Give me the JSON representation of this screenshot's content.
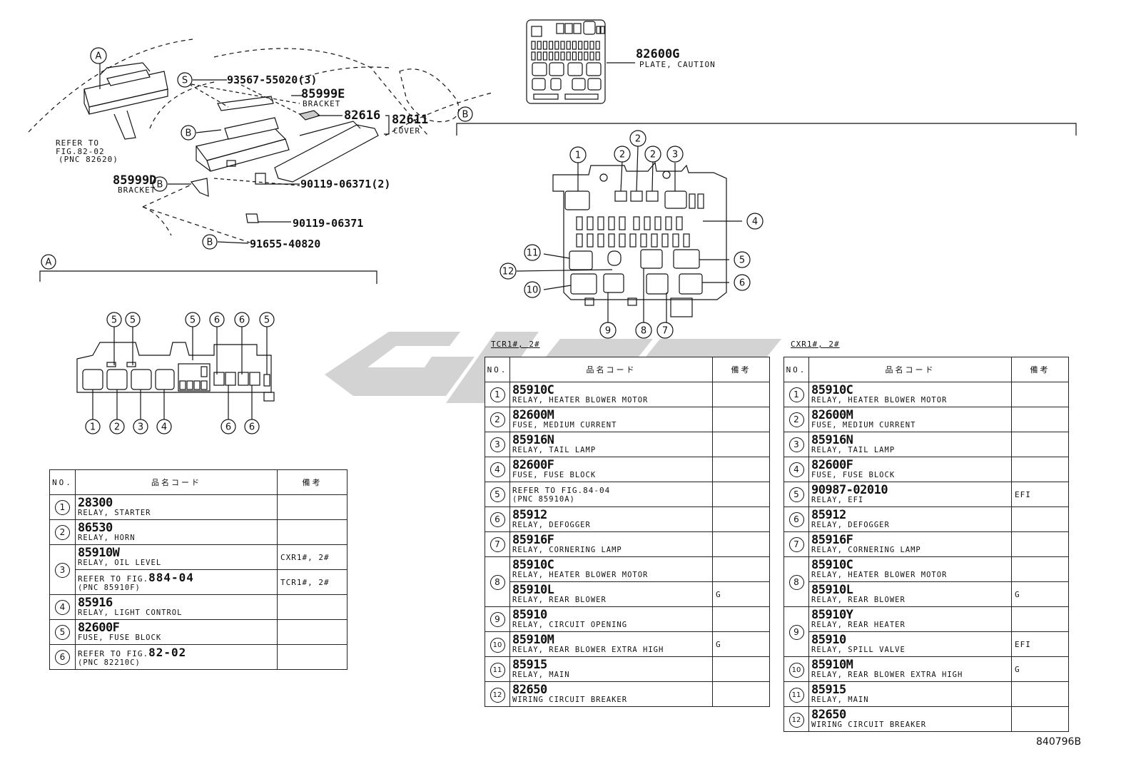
{
  "top_labels": {
    "circle_a": "A",
    "circle_b": "B",
    "circle_s": "S",
    "refer_line1": "REFER TO",
    "refer_line2": "FIG.82-02",
    "refer_line3": "(PNC 82620)",
    "pn_93567": "93567-55020(3)",
    "pn_85999e": "85999E",
    "name_bracket_e": "BRACKET",
    "pn_82616": "82616",
    "pn_82611": "82611",
    "name_cover": "COVER",
    "pn_85999d": "85999D",
    "name_bracket_d": "BRACKET",
    "pn_90119_2": "90119-06371(2)",
    "pn_90119": "90119-06371",
    "pn_91655": "91655-40820",
    "pn_82600g": "82600G",
    "name_plate": "PLATE, CAUTION"
  },
  "section_a": {
    "label": "A",
    "top_callouts": [
      "5",
      "5",
      "5",
      "6",
      "6",
      "5"
    ],
    "bottom_callouts": [
      "1",
      "2",
      "3",
      "4",
      "6",
      "6"
    ]
  },
  "section_b": {
    "label": "B",
    "callouts": [
      "1",
      "2",
      "2",
      "2",
      "3",
      "4",
      "5",
      "6",
      "7",
      "8",
      "9",
      "10",
      "11",
      "12"
    ]
  },
  "table_a": {
    "headers": [
      "NO.",
      "品名コード",
      "備考"
    ],
    "rows": [
      {
        "no": "1",
        "code": "28300",
        "name": "RELAY, STARTER",
        "remark": ""
      },
      {
        "no": "2",
        "code": "86530",
        "name": "RELAY, HORN",
        "remark": ""
      },
      {
        "no": "3",
        "code": "85910W",
        "name": "RELAY, OIL LEVEL",
        "remark": "CXR1#, 2#",
        "code2": "REFER TO FIG.",
        "code2b": "884-04",
        "name2": "(PNC 85910F)",
        "remark2": "TCR1#, 2#"
      },
      {
        "no": "4",
        "code": "85916",
        "name": "RELAY, LIGHT CONTROL",
        "remark": ""
      },
      {
        "no": "5",
        "code": "82600F",
        "name": "FUSE, FUSE BLOCK",
        "remark": ""
      },
      {
        "no": "6",
        "ref": "REFER TO FIG.",
        "refb": "82-02",
        "name": "(PNC 82210C)",
        "remark": ""
      }
    ]
  },
  "table_tcr": {
    "caption": "TCR1#, 2#",
    "headers": [
      "NO.",
      "品名コード",
      "備考"
    ],
    "rows": [
      {
        "no": "1",
        "code": "85910C",
        "name": "RELAY, HEATER BLOWER MOTOR",
        "remark": ""
      },
      {
        "no": "2",
        "code": "82600M",
        "name": "FUSE, MEDIUM CURRENT",
        "remark": ""
      },
      {
        "no": "3",
        "code": "85916N",
        "name": "RELAY, TAIL LAMP",
        "remark": ""
      },
      {
        "no": "4",
        "code": "82600F",
        "name": "FUSE, FUSE BLOCK",
        "remark": ""
      },
      {
        "no": "5",
        "ref": "REFER TO FIG.84-04",
        "name": "(PNC 85910A)",
        "remark": ""
      },
      {
        "no": "6",
        "code": "85912",
        "name": "RELAY, DEFOGGER",
        "remark": ""
      },
      {
        "no": "7",
        "code": "85916F",
        "name": "RELAY, CORNERING LAMP",
        "remark": ""
      },
      {
        "no": "8",
        "code": "85910C",
        "name": "RELAY, HEATER BLOWER MOTOR",
        "remark": "",
        "code2": "85910L",
        "name2": "RELAY, REAR BLOWER",
        "remark2": "G"
      },
      {
        "no": "9",
        "code": "85910",
        "name": "RELAY, CIRCUIT OPENING",
        "remark": ""
      },
      {
        "no": "10",
        "code": "85910M",
        "name": "RELAY, REAR BLOWER EXTRA HIGH",
        "remark": "G"
      },
      {
        "no": "11",
        "code": "85915",
        "name": "RELAY, MAIN",
        "remark": ""
      },
      {
        "no": "12",
        "code": "82650",
        "name": "WIRING CIRCUIT BREAKER",
        "remark": ""
      }
    ]
  },
  "table_cxr": {
    "caption": "CXR1#, 2#",
    "headers": [
      "NO.",
      "品名コード",
      "備考"
    ],
    "rows": [
      {
        "no": "1",
        "code": "85910C",
        "name": "RELAY, HEATER BLOWER MOTOR",
        "remark": ""
      },
      {
        "no": "2",
        "code": "82600M",
        "name": "FUSE, MEDIUM CURRENT",
        "remark": ""
      },
      {
        "no": "3",
        "code": "85916N",
        "name": "RELAY, TAIL LAMP",
        "remark": ""
      },
      {
        "no": "4",
        "code": "82600F",
        "name": "FUSE, FUSE BLOCK",
        "remark": ""
      },
      {
        "no": "5",
        "code": "90987-02010",
        "name": "RELAY, EFI",
        "remark": "EFI"
      },
      {
        "no": "6",
        "code": "85912",
        "name": "RELAY, DEFOGGER",
        "remark": ""
      },
      {
        "no": "7",
        "code": "85916F",
        "name": "RELAY, CORNERING LAMP",
        "remark": ""
      },
      {
        "no": "8",
        "code": "85910C",
        "name": "RELAY, HEATER BLOWER MOTOR",
        "remark": "",
        "code2": "85910L",
        "name2": "RELAY, REAR BLOWER",
        "remark2": "G"
      },
      {
        "no": "9",
        "code": "85910Y",
        "name": "RELAY, REAR HEATER",
        "remark": "",
        "code2": "85910",
        "name2": "RELAY, SPILL VALVE",
        "remark2": "EFI"
      },
      {
        "no": "10",
        "code": "85910M",
        "name": "RELAY, REAR BLOWER EXTRA HIGH",
        "remark": "G"
      },
      {
        "no": "11",
        "code": "85915",
        "name": "RELAY, MAIN",
        "remark": ""
      },
      {
        "no": "12",
        "code": "82650",
        "name": "WIRING CIRCUIT BREAKER",
        "remark": ""
      }
    ]
  },
  "doc_number": "840796B",
  "colors": {
    "ink": "#111111",
    "watermark": "#d3d3d3"
  }
}
